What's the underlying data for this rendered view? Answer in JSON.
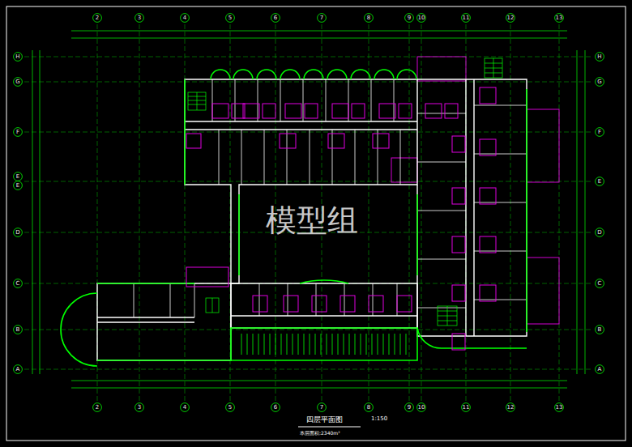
{
  "diagram": {
    "title": "四层平面图",
    "nodes": [
      {
        "text": [
          "2"
        ]
      },
      {
        "text": [
          "3"
        ]
      },
      {
        "text": [
          "4"
        ]
      },
      {
        "text": [
          "5"
        ]
      },
      {
        "text": [
          "6"
        ]
      },
      {
        "text": [
          "7"
        ]
      },
      {
        "text": [
          "8"
        ]
      },
      {
        "text": [
          "9"
        ]
      },
      {
        "text": [
          "10"
        ]
      },
      {
        "text": [
          "11"
        ]
      },
      {
        "text": [
          "12"
        ]
      },
      {
        "text": [
          "13"
        ]
      },
      {
        "text": [
          "H"
        ]
      },
      {
        "text": [
          "G"
        ]
      },
      {
        "text": [
          "F"
        ]
      },
      {
        "text": [
          "E"
        ]
      },
      {
        "text": [
          "E"
        ]
      },
      {
        "text": [
          "D"
        ]
      },
      {
        "text": [
          "C"
        ]
      },
      {
        "text": [
          "B"
        ]
      },
      {
        "text": [
          "A"
        ]
      },
      {
        "text": [
          "H"
        ]
      },
      {
        "text": [
          "G"
        ]
      },
      {
        "text": [
          "F"
        ]
      },
      {
        "text": [
          "E"
        ]
      },
      {
        "text": [
          "D"
        ]
      },
      {
        "text": [
          "C"
        ]
      },
      {
        "text": [
          "B"
        ]
      },
      {
        "text": [
          "A"
        ]
      },
      {
        "text": [
          "2"
        ]
      },
      {
        "text": [
          "3"
        ]
      },
      {
        "text": [
          "4"
        ]
      },
      {
        "text": [
          "5"
        ]
      },
      {
        "text": [
          "6"
        ]
      },
      {
        "text": [
          "7"
        ]
      },
      {
        "text": [
          "8"
        ]
      },
      {
        "text": [
          "9"
        ]
      },
      {
        "text": [
          "10"
        ]
      },
      {
        "text": [
          "11"
        ]
      },
      {
        "text": [
          "12"
        ]
      },
      {
        "text": [
          "13"
        ]
      }
    ],
    "labels": [
      "模型组",
      "1:150",
      "本层面积:2340m²"
    ]
  }
}
